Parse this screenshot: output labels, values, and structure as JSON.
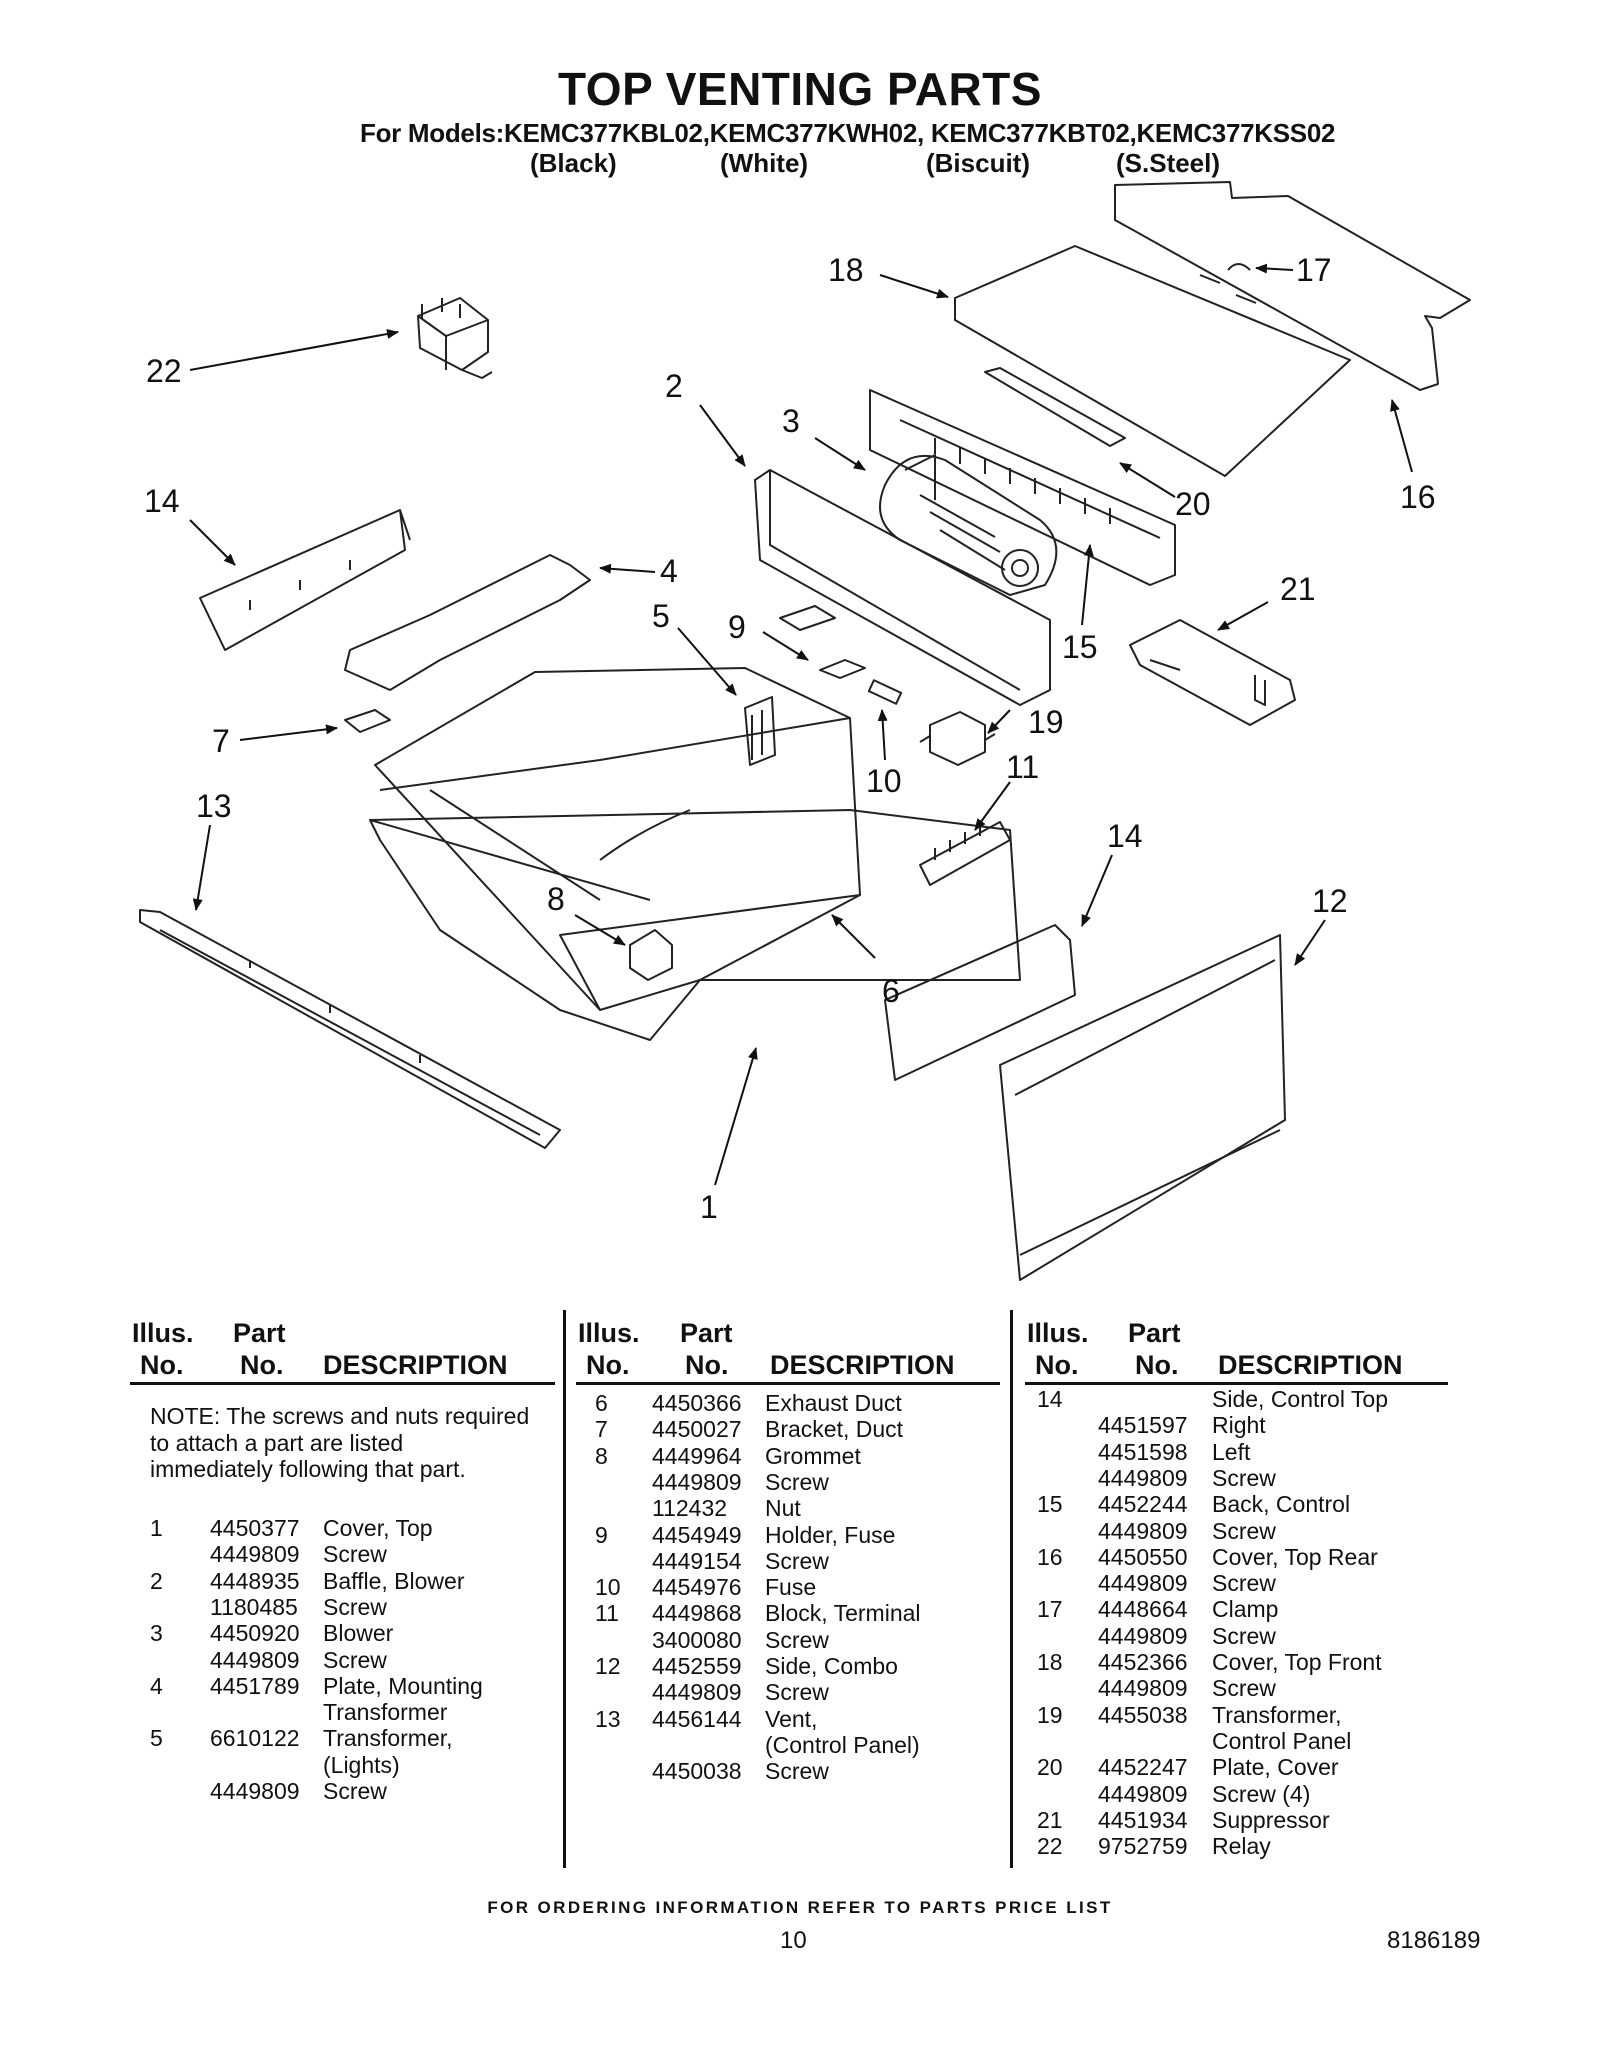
{
  "header": {
    "title": "TOP VENTING PARTS",
    "models": "For Models:KEMC377KBL02,KEMC377KWH02, KEMC377KBT02,KEMC377KSS02",
    "colors": [
      "(Black)",
      "(White)",
      "(Biscuit)",
      "(S.Steel)"
    ]
  },
  "callouts": [
    "1",
    "2",
    "3",
    "4",
    "5",
    "6",
    "7",
    "8",
    "9",
    "10",
    "11",
    "12",
    "13",
    "14",
    "14",
    "15",
    "16",
    "17",
    "18",
    "19",
    "20",
    "21",
    "22"
  ],
  "table": {
    "headers": {
      "illus_1": "Illus.",
      "illus_2": "No.",
      "part_1": "Part",
      "part_2": "No.",
      "desc": "DESCRIPTION"
    },
    "note": "NOTE: The screws and nuts required to attach a part are listed immediately following that part.",
    "col1": [
      [
        "1",
        "4450377",
        "Cover, Top"
      ],
      [
        "",
        "4449809",
        "Screw"
      ],
      [
        "2",
        "4448935",
        "Baffle, Blower"
      ],
      [
        "",
        "1180485",
        "Screw"
      ],
      [
        "3",
        "4450920",
        "Blower"
      ],
      [
        "",
        "4449809",
        "Screw"
      ],
      [
        "4",
        "4451789",
        "Plate, Mounting"
      ],
      [
        "",
        "",
        "Transformer"
      ],
      [
        "5",
        "6610122",
        "Transformer,"
      ],
      [
        "",
        "",
        "(Lights)"
      ],
      [
        "",
        "4449809",
        "Screw"
      ]
    ],
    "col2": [
      [
        "6",
        "4450366",
        "Exhaust Duct"
      ],
      [
        "7",
        "4450027",
        "Bracket, Duct"
      ],
      [
        "8",
        "4449964",
        "Grommet"
      ],
      [
        "",
        "4449809",
        "Screw"
      ],
      [
        "",
        "112432",
        "Nut"
      ],
      [
        "9",
        "4454949",
        "Holder, Fuse"
      ],
      [
        "",
        "4449154",
        "Screw"
      ],
      [
        "10",
        "4454976",
        "Fuse"
      ],
      [
        "11",
        "4449868",
        "Block, Terminal"
      ],
      [
        "",
        "3400080",
        "Screw"
      ],
      [
        "12",
        "4452559",
        "Side, Combo"
      ],
      [
        "",
        "4449809",
        "Screw"
      ],
      [
        "13",
        "4456144",
        "Vent,"
      ],
      [
        "",
        "",
        "(Control Panel)"
      ],
      [
        "",
        "4450038",
        "Screw"
      ]
    ],
    "col3": [
      [
        "14",
        "",
        "Side, Control Top"
      ],
      [
        "",
        "4451597",
        "Right"
      ],
      [
        "",
        "4451598",
        "Left"
      ],
      [
        "",
        "4449809",
        "Screw"
      ],
      [
        "15",
        "4452244",
        "Back, Control"
      ],
      [
        "",
        "4449809",
        "Screw"
      ],
      [
        "16",
        "4450550",
        "Cover, Top Rear"
      ],
      [
        "",
        "4449809",
        "Screw"
      ],
      [
        "17",
        "4448664",
        "Clamp"
      ],
      [
        "",
        "4449809",
        "Screw"
      ],
      [
        "18",
        "4452366",
        "Cover, Top Front"
      ],
      [
        "",
        "4449809",
        "Screw"
      ],
      [
        "19",
        "4455038",
        "Transformer,"
      ],
      [
        "",
        "",
        "Control Panel"
      ],
      [
        "20",
        "4452247",
        "Plate, Cover"
      ],
      [
        "",
        "4449809",
        "Screw (4)"
      ],
      [
        "21",
        "4451934",
        "Suppressor"
      ],
      [
        "22",
        "9752759",
        "Relay"
      ]
    ]
  },
  "footer": {
    "ordering": "FOR ORDERING INFORMATION REFER TO PARTS PRICE LIST",
    "page": "10",
    "doc": "8186189"
  }
}
